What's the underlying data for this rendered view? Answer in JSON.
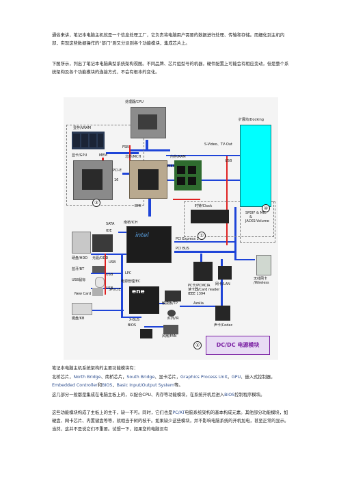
{
  "intro": {
    "p1": "通俗来讲，笔记本电脑主机就是一个信息处理工厂，它负责将电脑用户需要的数据进行处理、传输和存储。而细化到主机内部，实现这些数据操作的“部门”则又分派到各个功能模块，集成芯片上。",
    "p2": "下图所示，列出了笔记本电脑典型系统架构视图。不同品牌、芯片组型号的机器，硬件配置上可能会有相应变动，但是整个系统架构及各个功能模块的连接方式，不会有根本的变化。"
  },
  "diagram": {
    "cpu": "处理器/CPU",
    "vram": "显存/VRAM",
    "gpu": "显卡/GPU",
    "mem": "MEM",
    "fsb": "FSB",
    "mch": "北桥/MCH",
    "ram": "内存/RAM",
    "mem2": "MEM",
    "svideo": "S-Video、TV-Out",
    "docking": "扩展坞/Docking",
    "pcie": "PCI-E",
    "pcie16": "16",
    "usb_dock": "USB",
    "dmi": "DMI",
    "clock": "时钟/Clock",
    "spdif": "SPDIF & MIC",
    "spdif_amp": "&",
    "jacks": "JACKS-Volume",
    "sata": "SATA",
    "ide": "IDE",
    "ich": "南桥/ICH",
    "pciex1": "PCI Express 1",
    "pcibus": "PCI BUS",
    "hdd": "硬盘/HDD",
    "odd": "光驱/ODD",
    "usb1": "USB",
    "bt": "蓝牙/BT",
    "usb2": "USB",
    "lpc": "LPC",
    "usbmouse": "USB鼠标",
    "usb3": "USB",
    "ec": "电源管理/EC",
    "spi": "SPI/CIE",
    "newcard": "New Card",
    "pc_card": "PC卡/PCMCIA",
    "cardreader": "读卡器/Card reader",
    "ieee": "IEEE 1394",
    "lan": "网卡/LAN",
    "wireless": "无线网卡",
    "wireless_en": "/Wireless",
    "kb": "键盘/KB",
    "tp": "触摸板/TP",
    "ir": "红外/IR",
    "azalia": "Azalia",
    "codec": "声卡/Codec",
    "xbus": "X-BUS",
    "bios": "BIOS",
    "fan": "风扇/FAN",
    "dcdc": "DC/DC 电源模块",
    "n1": "①",
    "n2": "②",
    "n3": "③",
    "n4": "④",
    "intel_logo": "intel",
    "ene_logo": "ene"
  },
  "body": {
    "p3": "笔记本电脑主机系统架构的主要功能模块有：",
    "p4a": "北桥芯片，",
    "p4b": "North Bridge",
    "p4c": "、南桥芯片，",
    "p4d": "South Bridge",
    "p4e": "、显卡芯片，",
    "p4f": "Graphics Process Unit",
    "p4g": "，",
    "p4h": "GPU",
    "p4i": "、嵌入式控制器，",
    "p4j": "Embedded Controller",
    "p4k": "和",
    "p4l": "BIOS",
    "p4m": "，",
    "p4n": "Basic Input/Output System",
    "p4o": "等。",
    "p5a": "这几部分一般都是集成在电脑主板上的，以配合CPU、内存等功能模块，在系统开机后进入",
    "p5b": "BIOS",
    "p5c": "控制程序模块。",
    "p6a": "这些功能模块构成了主板上的主干，缺一不可。同时，它们也是",
    "p6b": "PC/AT",
    "p6c": "电脑系统架构的基本构成元素。其他部分功能模块，如硬盘、网卡芯片、内置键盘等等，就相当于树的枝干。如果缺少这些模块，并不影响电脑系统的开机加电，甚至正常的显示。当然，这并不是说它们不重要。试想一下，如果您的电脑没有"
  },
  "colors": {
    "bus_blue": "#1e44d8",
    "signal_red": "#e02020",
    "dock_cyan": "#00ffff",
    "dcdc_purple": "#7a1fa2",
    "dcdc_bg": "#e8dcf4"
  }
}
